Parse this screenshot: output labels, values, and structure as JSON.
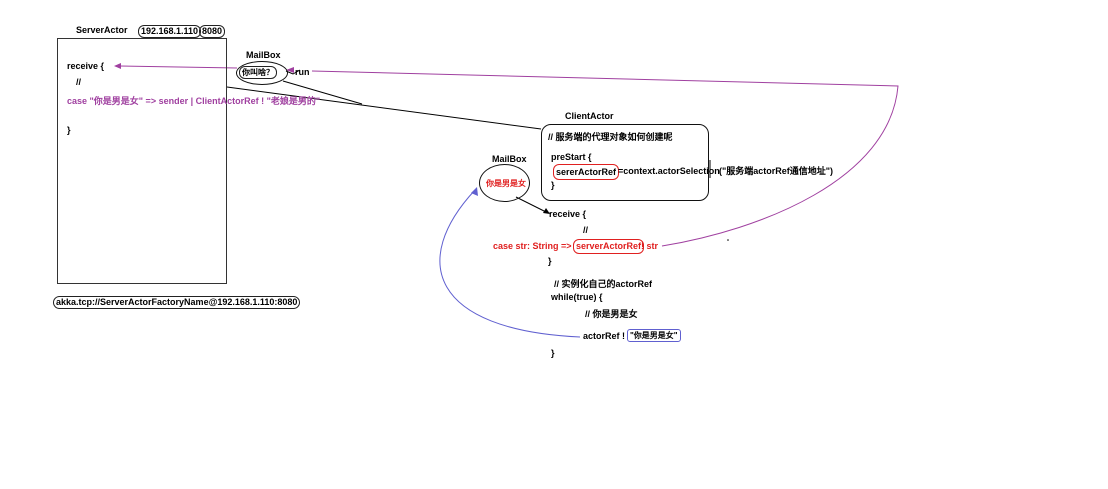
{
  "server": {
    "title": "ServerActor",
    "ip": "192.168.1.110",
    "port": "8080",
    "receive_open": "receive {",
    "comment": "//",
    "case_line": "case \"你是男是女\" => sender | ClientActorRef ! \"老娘是男的\"",
    "close": "}",
    "address": "akka.tcp://ServerActorFactoryName@192.168.1.110:8080"
  },
  "server_mailbox": {
    "title": "MailBox",
    "message": "你叫啥？",
    "run_label": "run"
  },
  "client": {
    "title": "ClientActor",
    "comment": "// 服务端的代理对象如何创建呢",
    "prestart_open": "preStart {",
    "ref_var": "sererActorRef",
    "selection_expr": "=context.actorSelection",
    "selection_arg": "(\"服务端actorRef通信地址\")",
    "prestart_close": "}"
  },
  "client_mailbox": {
    "title": "MailBox",
    "message": "你是男是女"
  },
  "client_receive": {
    "receive_open": "receive {",
    "comment": "//",
    "case_prefix": "case str: String =>",
    "ref": "serverActorRef",
    "case_suffix": "!  str",
    "close": "}"
  },
  "client_loop": {
    "comment": "// 实例化自己的actorRef",
    "while_open": "while(true) {",
    "inner_comment": "// 你是男是女",
    "send_prefix": "actorRef !",
    "send_message": "\"你是男是女\"",
    "close": "}"
  },
  "colors": {
    "purple": "#a040a0",
    "red": "#e02020",
    "blue": "#6060d0"
  }
}
